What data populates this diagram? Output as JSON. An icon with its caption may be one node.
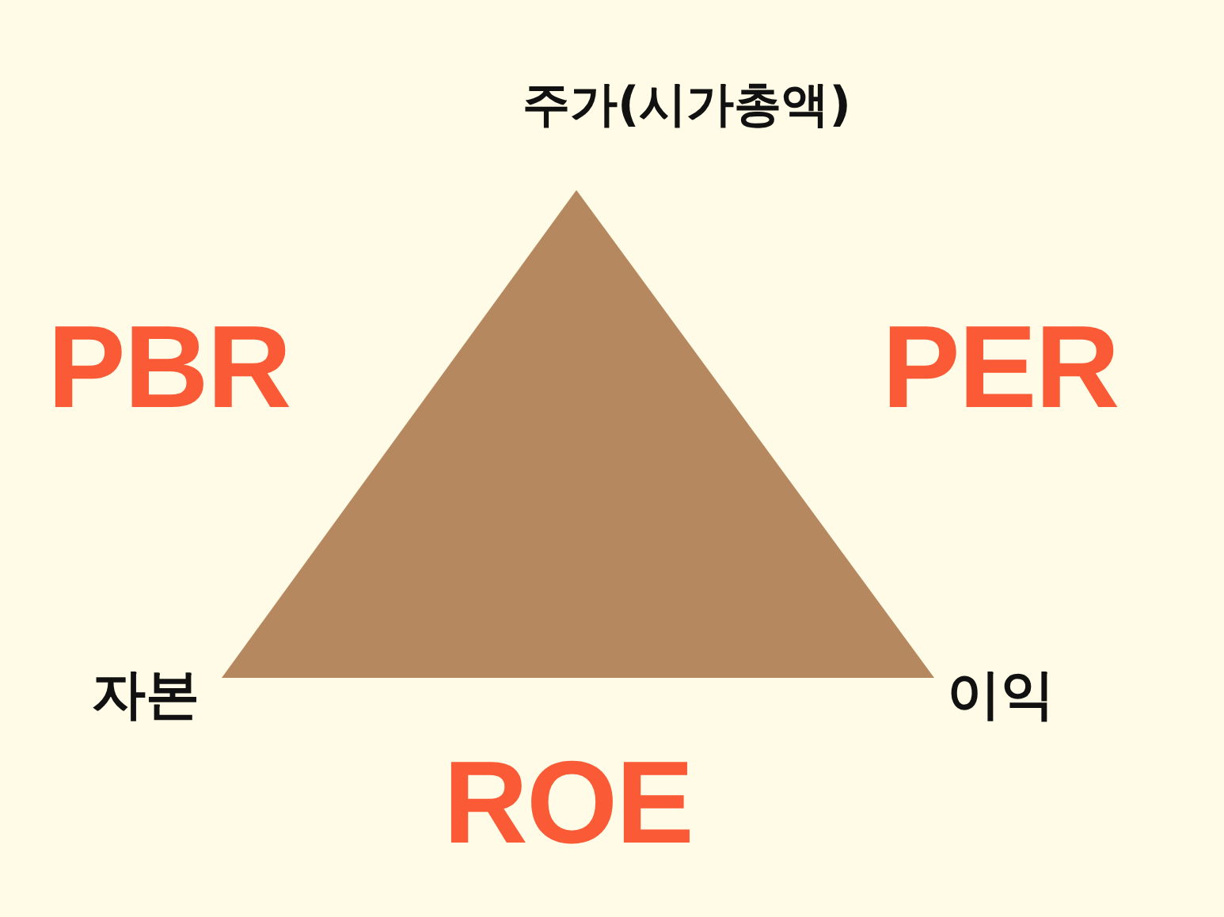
{
  "diagram": {
    "labels": [
      "주가(시가총액)",
      "PBR",
      "PER",
      "자본",
      "ROE",
      "이익"
    ]
  }
}
